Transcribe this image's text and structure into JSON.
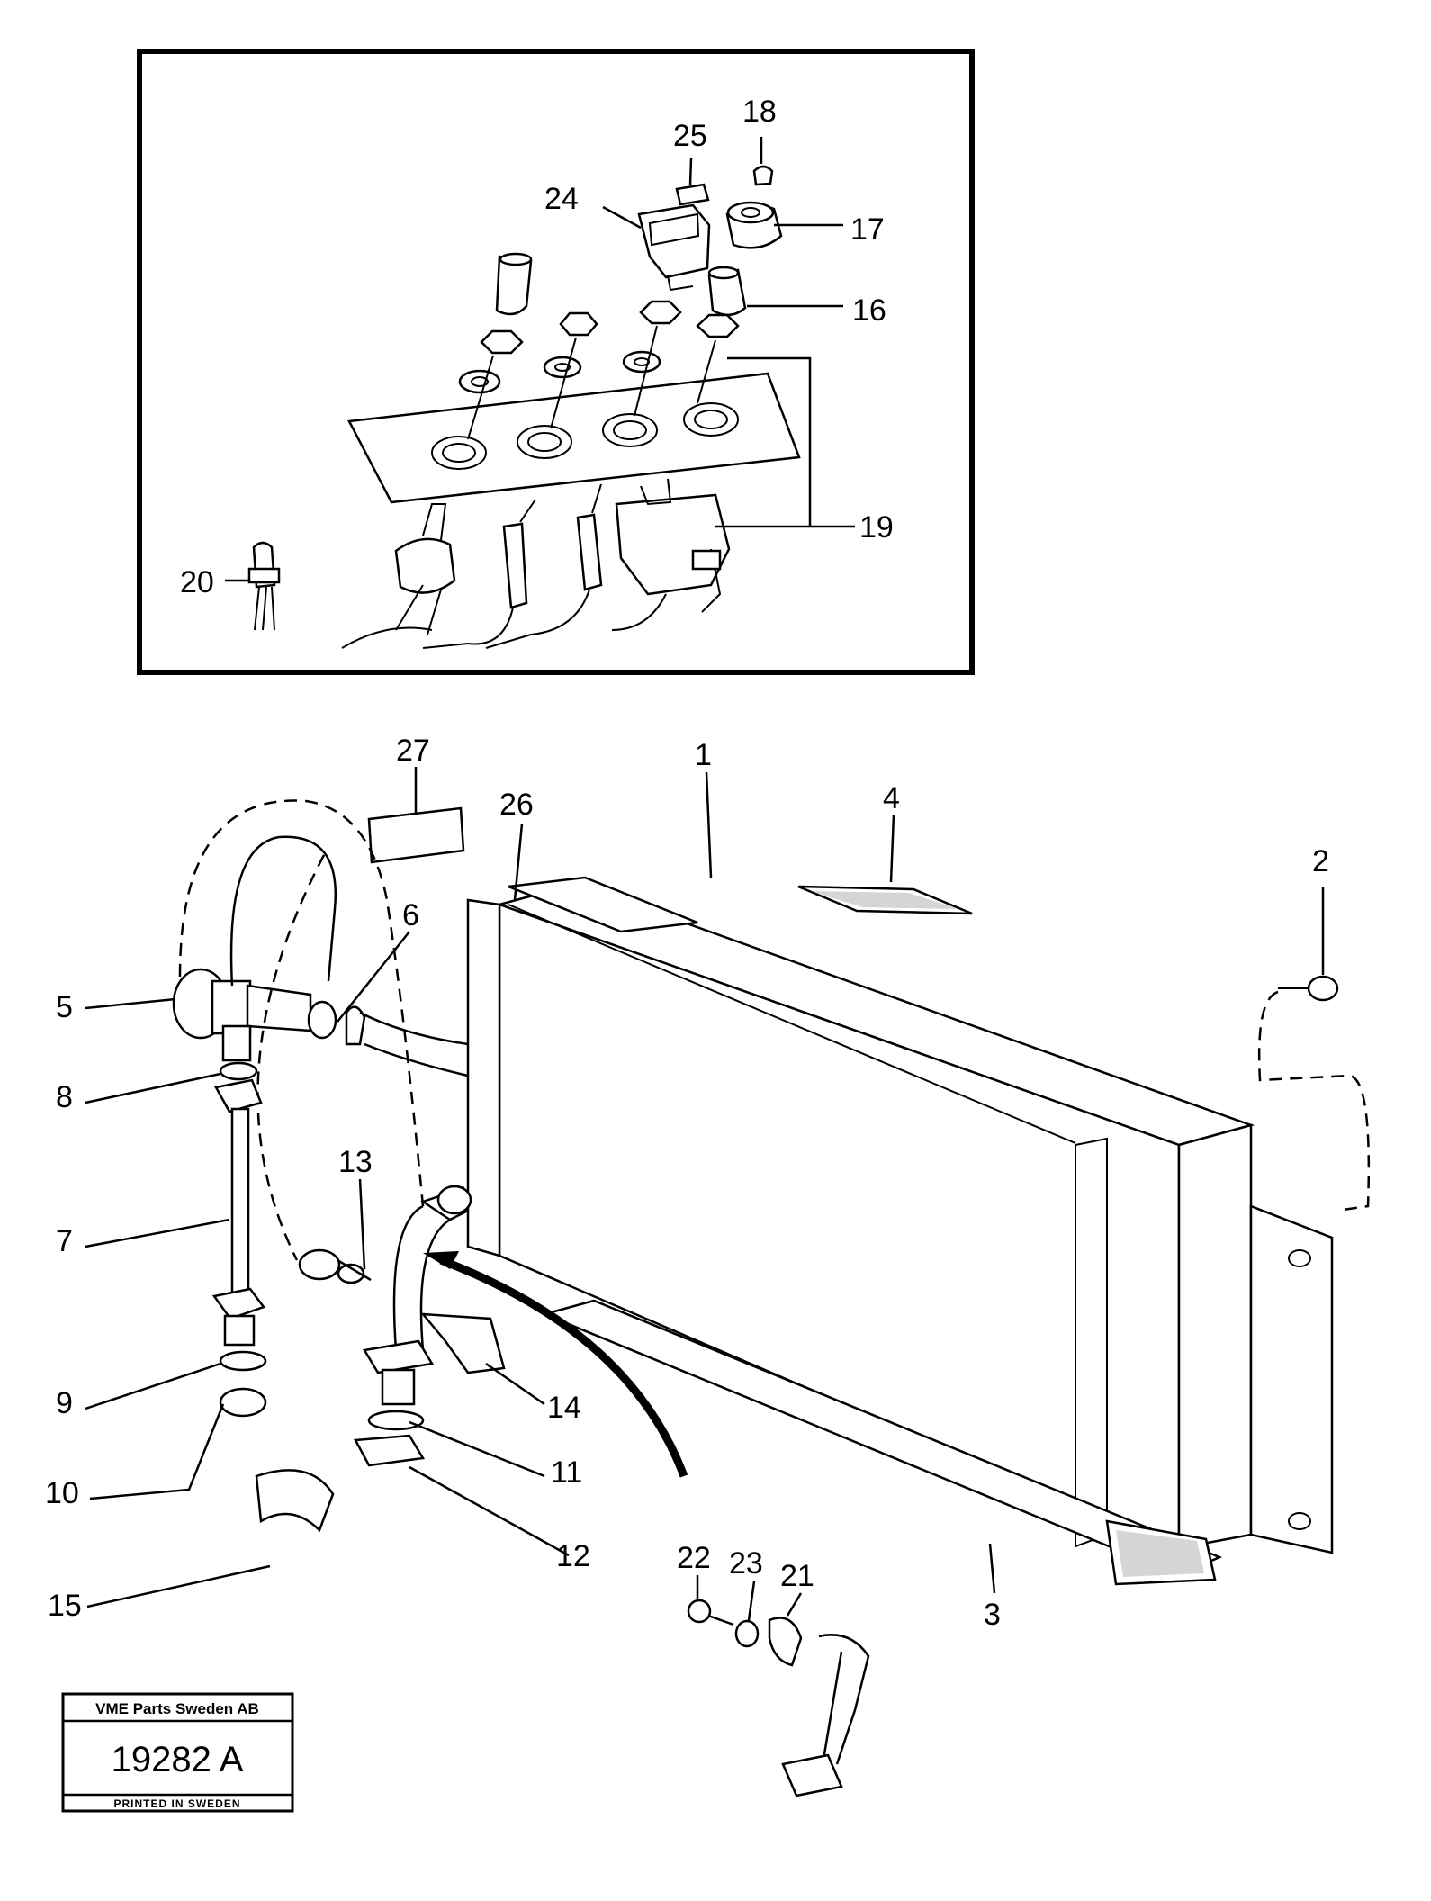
{
  "diagram": {
    "part_numbers": [
      "1",
      "2",
      "3",
      "4",
      "5",
      "6",
      "7",
      "8",
      "9",
      "10",
      "11",
      "12",
      "13",
      "14",
      "15",
      "16",
      "17",
      "18",
      "19",
      "20",
      "21",
      "22",
      "23",
      "24",
      "25",
      "26",
      "27"
    ]
  },
  "stamp": {
    "company": "VME Parts Sweden AB",
    "drawing_number": "19282 A",
    "printed": "PRINTED IN SWEDEN"
  }
}
